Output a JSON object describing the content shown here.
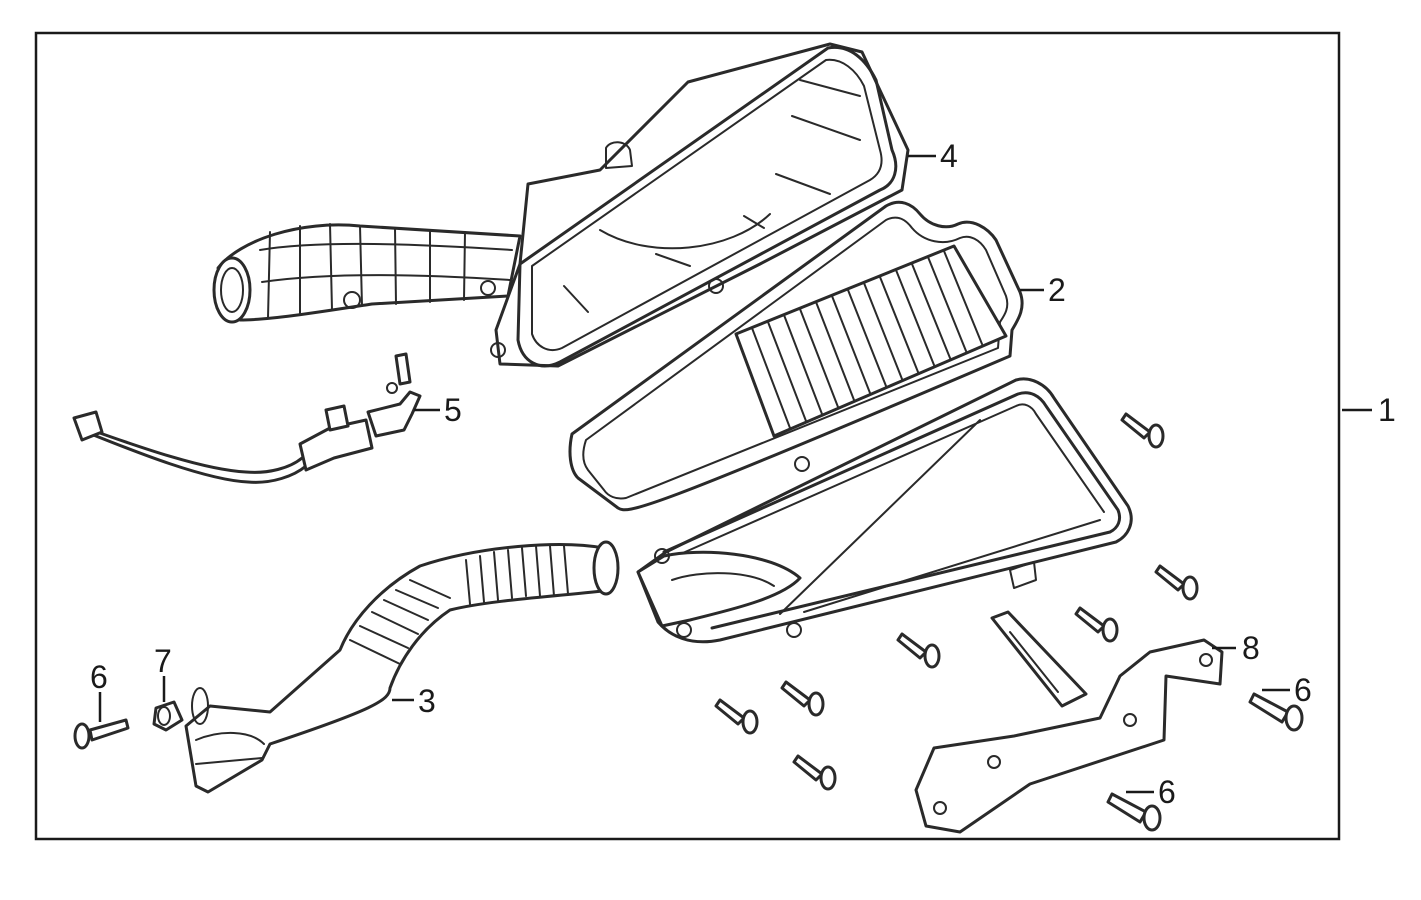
{
  "title": "",
  "callouts": {
    "assembly": "1",
    "element": "2",
    "intake_duct": "3",
    "cover": "4",
    "breather_hose": "5",
    "screw_left": "6",
    "screw_right": "6",
    "screw_bottom": "6",
    "collar": "7",
    "bracket": "8"
  },
  "colors": {
    "line": "#2a2a2a",
    "background": "#ffffff",
    "frame": "#1a1a1a"
  }
}
